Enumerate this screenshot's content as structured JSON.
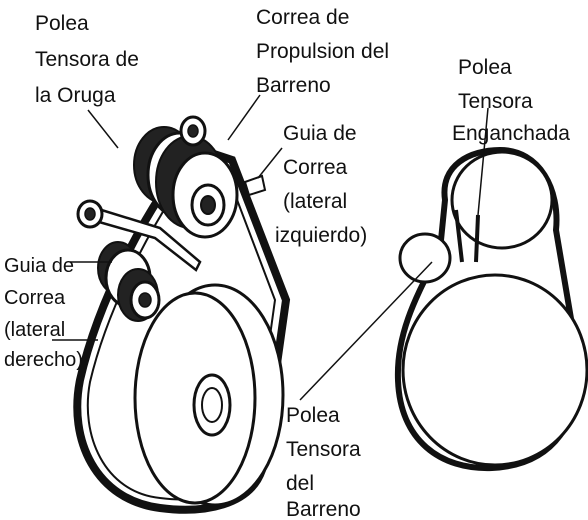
{
  "labels": {
    "polea_tensora_oruga": [
      "Polea",
      "Tensora de",
      "la Oruga"
    ],
    "correa_propulsion": [
      "Correa de",
      "Propulsion del",
      "Barreno"
    ],
    "guia_izquierdo": [
      "Guia de",
      "Correa",
      "(lateral",
      "izquierdo)"
    ],
    "polea_enganchada": [
      "Polea",
      "Tensora",
      "Enganchada"
    ],
    "guia_derecho": [
      "Guia de",
      "Correa",
      "(lateral",
      "derecho)"
    ],
    "polea_barreno": [
      "Polea",
      "Tensora",
      "del",
      "Barreno"
    ]
  }
}
